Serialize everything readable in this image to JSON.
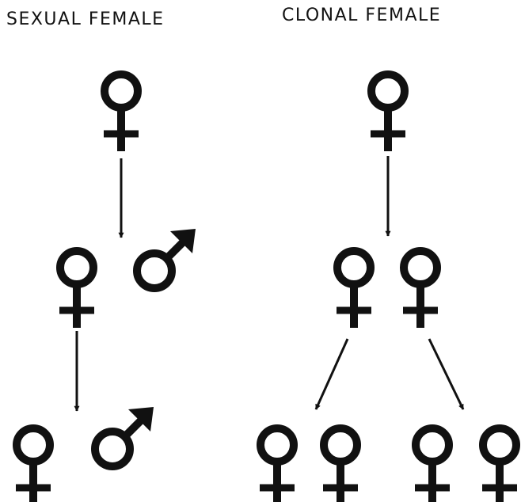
{
  "panels": {
    "sexual": {
      "title": "SEXUAL FEMALE"
    },
    "clonal": {
      "title": "CLONAL FEMALE"
    }
  },
  "symbols": {
    "female": "female-symbol",
    "male": "male-symbol",
    "arrow": "arrow"
  },
  "generations": {
    "sexual": [
      [
        "female"
      ],
      [
        "female",
        "male"
      ],
      [
        "female",
        "male"
      ]
    ],
    "clonal": [
      [
        "female"
      ],
      [
        "female",
        "female"
      ],
      [
        "female",
        "female",
        "female",
        "female"
      ]
    ]
  },
  "colors": {
    "ink": "#111111",
    "background": "#ffffff"
  }
}
